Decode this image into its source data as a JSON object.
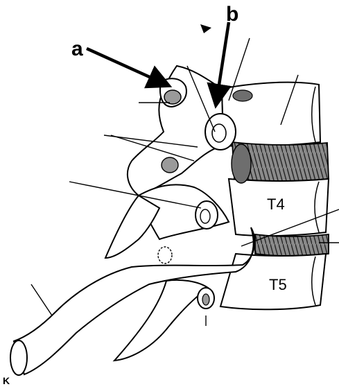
{
  "figure": {
    "labels": {
      "a": "a",
      "b": "b",
      "t4": "T4",
      "t5": "T5",
      "corner": "K"
    },
    "colors": {
      "line": "#000000",
      "shade": "#9a9a9a",
      "disc": "#6e6e6e",
      "background": "#ffffff"
    }
  }
}
